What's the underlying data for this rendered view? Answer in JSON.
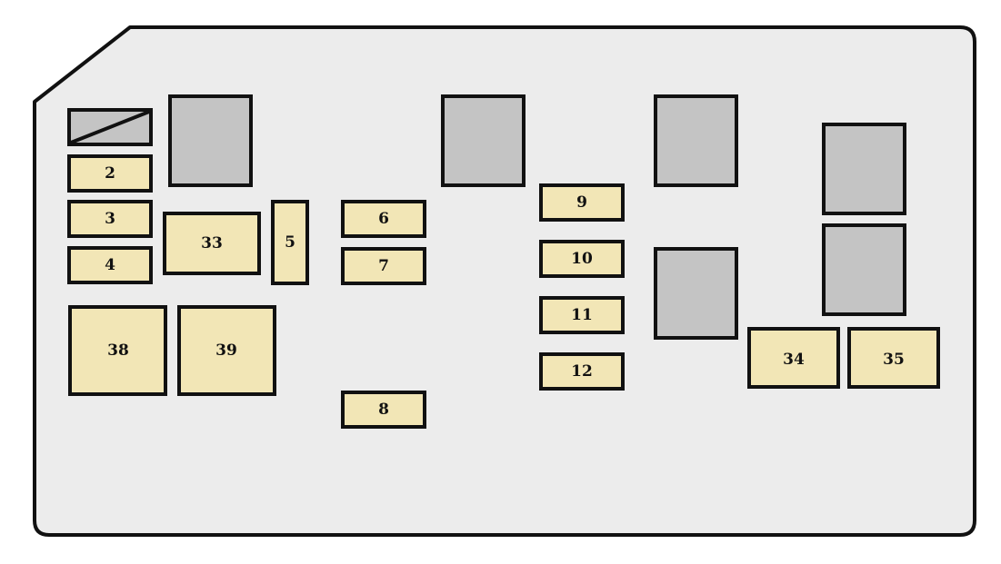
{
  "colors": {
    "background": "#ffffff",
    "panel_fill": "#ececec",
    "fuse_fill": "#f2e6b6",
    "relay_fill": "#c4c4c4",
    "outline": "#111111",
    "label": "#111111"
  },
  "fuses": {
    "f2": "2",
    "f3": "3",
    "f4": "4",
    "f5": "5",
    "f6": "6",
    "f7": "7",
    "f8": "8",
    "f9": "9",
    "f10": "10",
    "f11": "11",
    "f12": "12",
    "f33": "33",
    "f34": "34",
    "f35": "35",
    "f38": "38",
    "f39": "39"
  }
}
